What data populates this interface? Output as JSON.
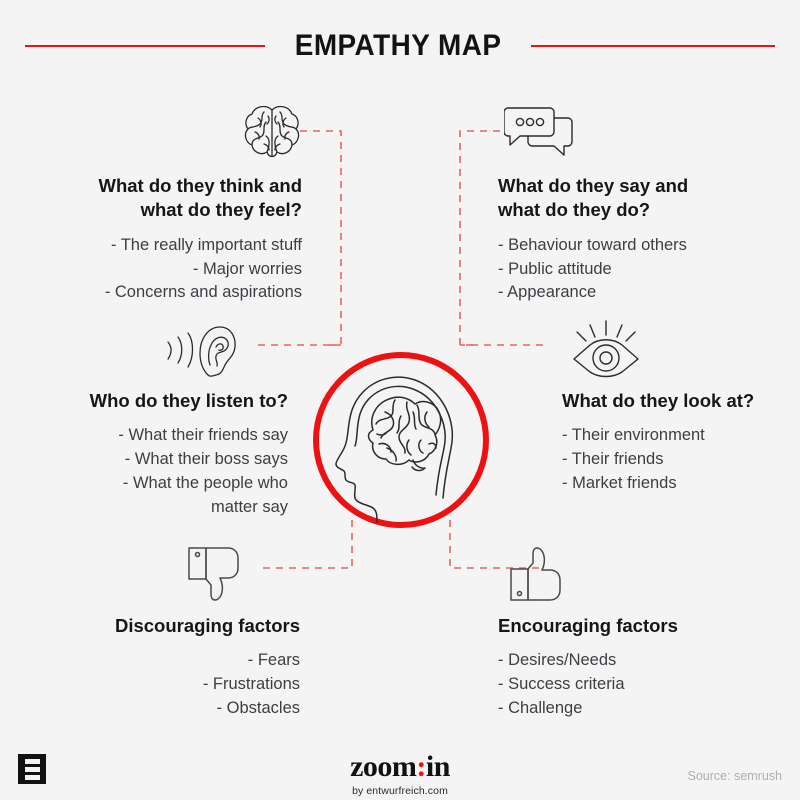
{
  "header": {
    "title": "EMPATHY MAP",
    "rule_color": "#ee1111"
  },
  "theme": {
    "background": "#f4f4f4",
    "accent_red": "#ee1111",
    "heading_color": "#161616",
    "body_color": "#3b3f44",
    "line_art_color": "#2b2b2b"
  },
  "center": {
    "icon": "head-with-brain-icon",
    "ring_color": "#ee1111"
  },
  "quadrants": [
    {
      "id": "think-feel",
      "icon": "brain-icon",
      "title": "What do they think and\nwhat do they feel?",
      "title_line1": "What do they think and",
      "title_line2": "what do they feel?",
      "items": [
        "- The really important stuff",
        "- Major worries",
        "- Concerns and aspirations"
      ]
    },
    {
      "id": "say-do",
      "icon": "speech-bubbles-icon",
      "title_line1": "What do they say and",
      "title_line2": "what do they do?",
      "items": [
        "- Behaviour toward others",
        "- Public attitude",
        "- Appearance"
      ]
    },
    {
      "id": "listen-to",
      "icon": "ear-icon",
      "title_line1": "Who do they listen to?",
      "title_line2": "",
      "items": [
        "- What their friends say",
        "- What their boss says",
        "- What the people who",
        "matter say"
      ]
    },
    {
      "id": "look-at",
      "icon": "eye-icon",
      "title_line1": "What do they look at?",
      "title_line2": "",
      "items": [
        "- Their environment",
        "- Their friends",
        "- Market friends"
      ]
    },
    {
      "id": "discouraging",
      "icon": "thumbs-down-icon",
      "title_line1": "Discouraging factors",
      "title_line2": "",
      "items": [
        "- Fears",
        "- Frustrations",
        "- Obstacles"
      ]
    },
    {
      "id": "encouraging",
      "icon": "thumbs-up-icon",
      "title_line1": "Encouraging factors",
      "title_line2": "",
      "items": [
        "- Desires/Needs",
        "- Success criteria",
        "- Challenge"
      ]
    }
  ],
  "footer": {
    "mark_icon": "stacked-bars-logo-icon",
    "logo_part1": "zoom",
    "logo_colon": ":",
    "logo_part2": "in",
    "logo_sub": "by entwurfreich.com",
    "source": "Source: semrush"
  }
}
